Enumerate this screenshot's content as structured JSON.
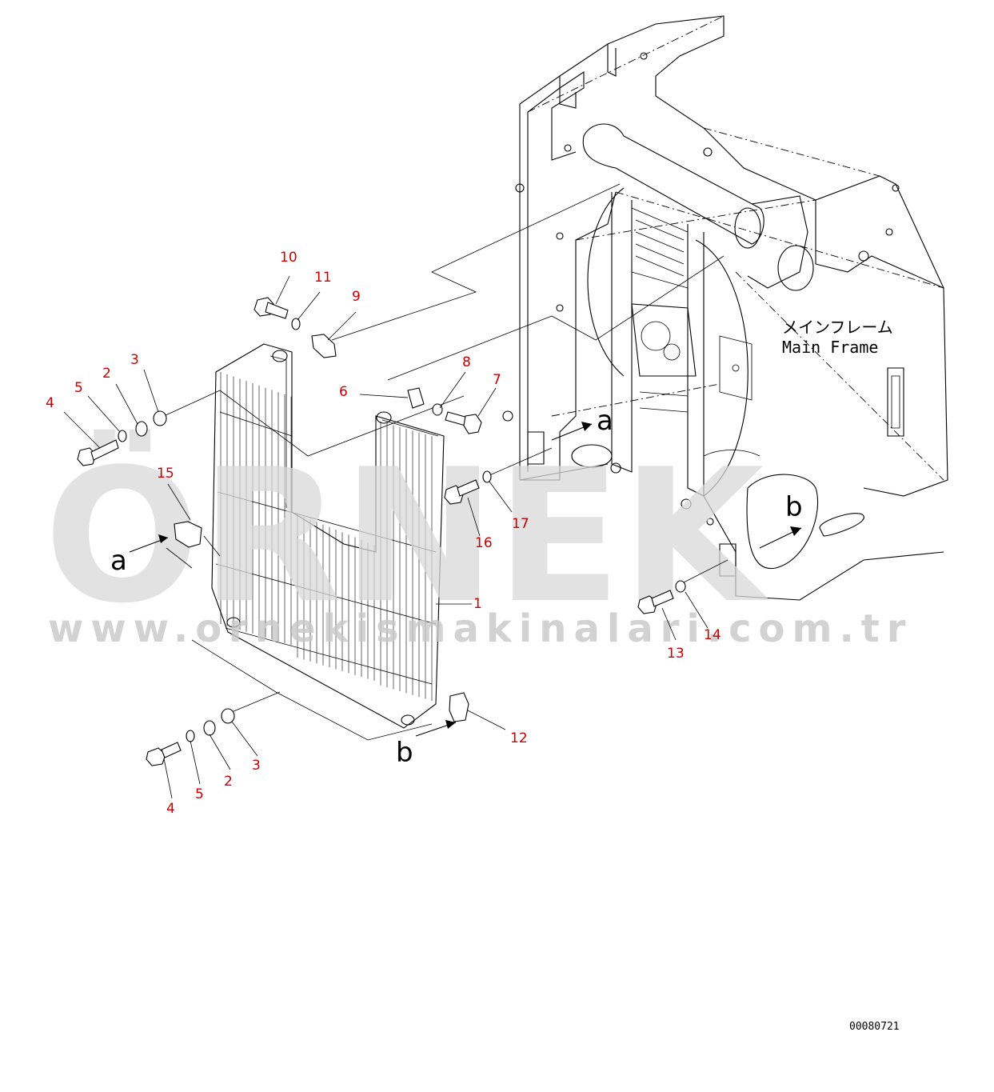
{
  "watermark": {
    "brand": "ÖRNEK",
    "url": "www.ornekismakinalari.com.tr"
  },
  "frame_label": {
    "japanese": "メインフレーム",
    "english": "Main Frame"
  },
  "drawing_number": "00080721",
  "view_markers": {
    "a_left": "a",
    "a_right": "a",
    "b_bottom": "b",
    "b_right": "b"
  },
  "callouts": {
    "c1": "1",
    "c2_top": "2",
    "c2_bottom": "2",
    "c3_top": "3",
    "c3_bottom": "3",
    "c4_top": "4",
    "c4_bottom": "4",
    "c5_top": "5",
    "c5_bottom": "5",
    "c6": "6",
    "c7": "7",
    "c8": "8",
    "c9": "9",
    "c10": "10",
    "c11": "11",
    "c12": "12",
    "c13": "13",
    "c14": "14",
    "c15": "15",
    "c16": "16",
    "c17": "17"
  },
  "colors": {
    "callout": "#cc0000",
    "line": "#000000",
    "watermark": "#d9d9d9"
  }
}
